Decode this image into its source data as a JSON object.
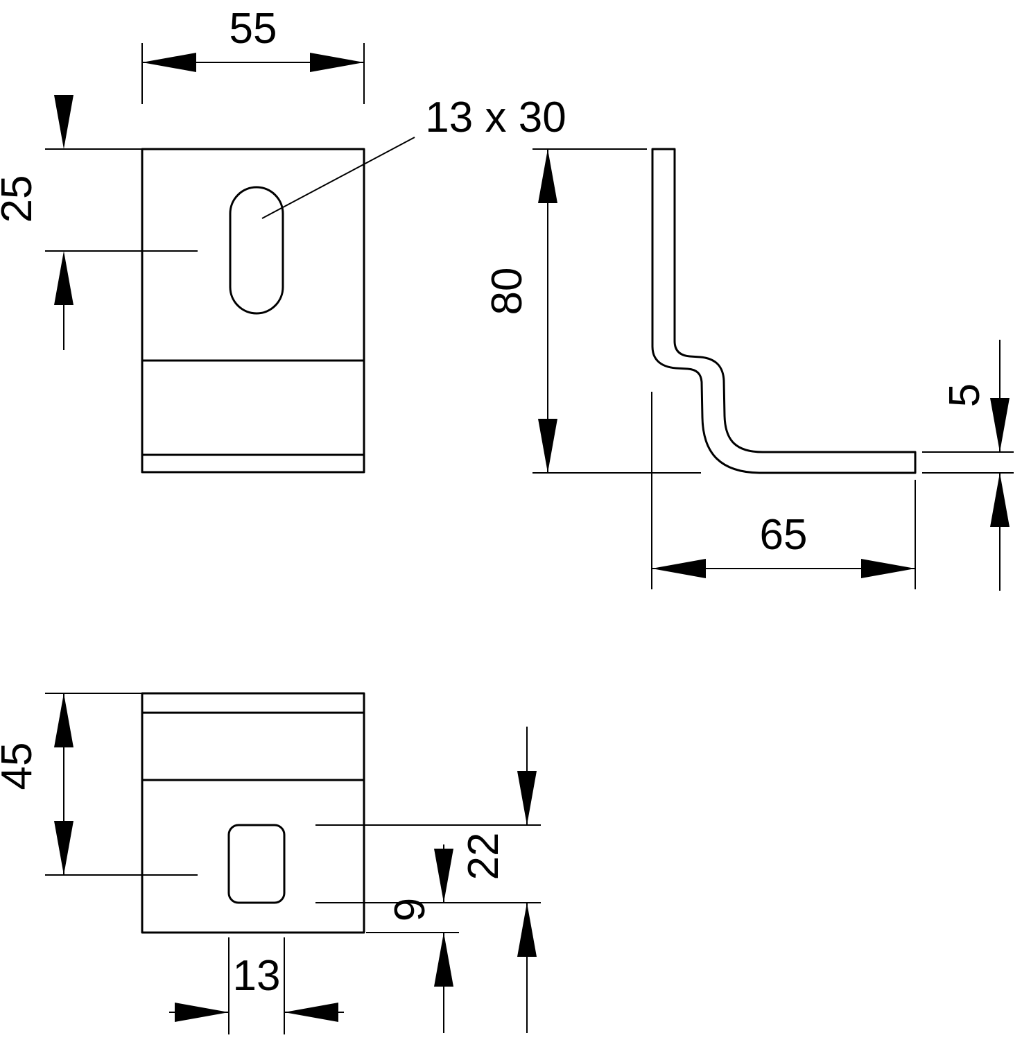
{
  "drawing": {
    "dimensions": {
      "top_width": "55",
      "top_hole_offset": "25",
      "slot_size": "13 x 30",
      "height": "80",
      "material_thickness": "5",
      "leg_length": "65",
      "bottom_offset": "45",
      "slot_width": "13",
      "slot_height_offset": "22",
      "slot_edge_offset": "9"
    },
    "colors": {
      "line": "#000000",
      "background": "#ffffff"
    }
  }
}
